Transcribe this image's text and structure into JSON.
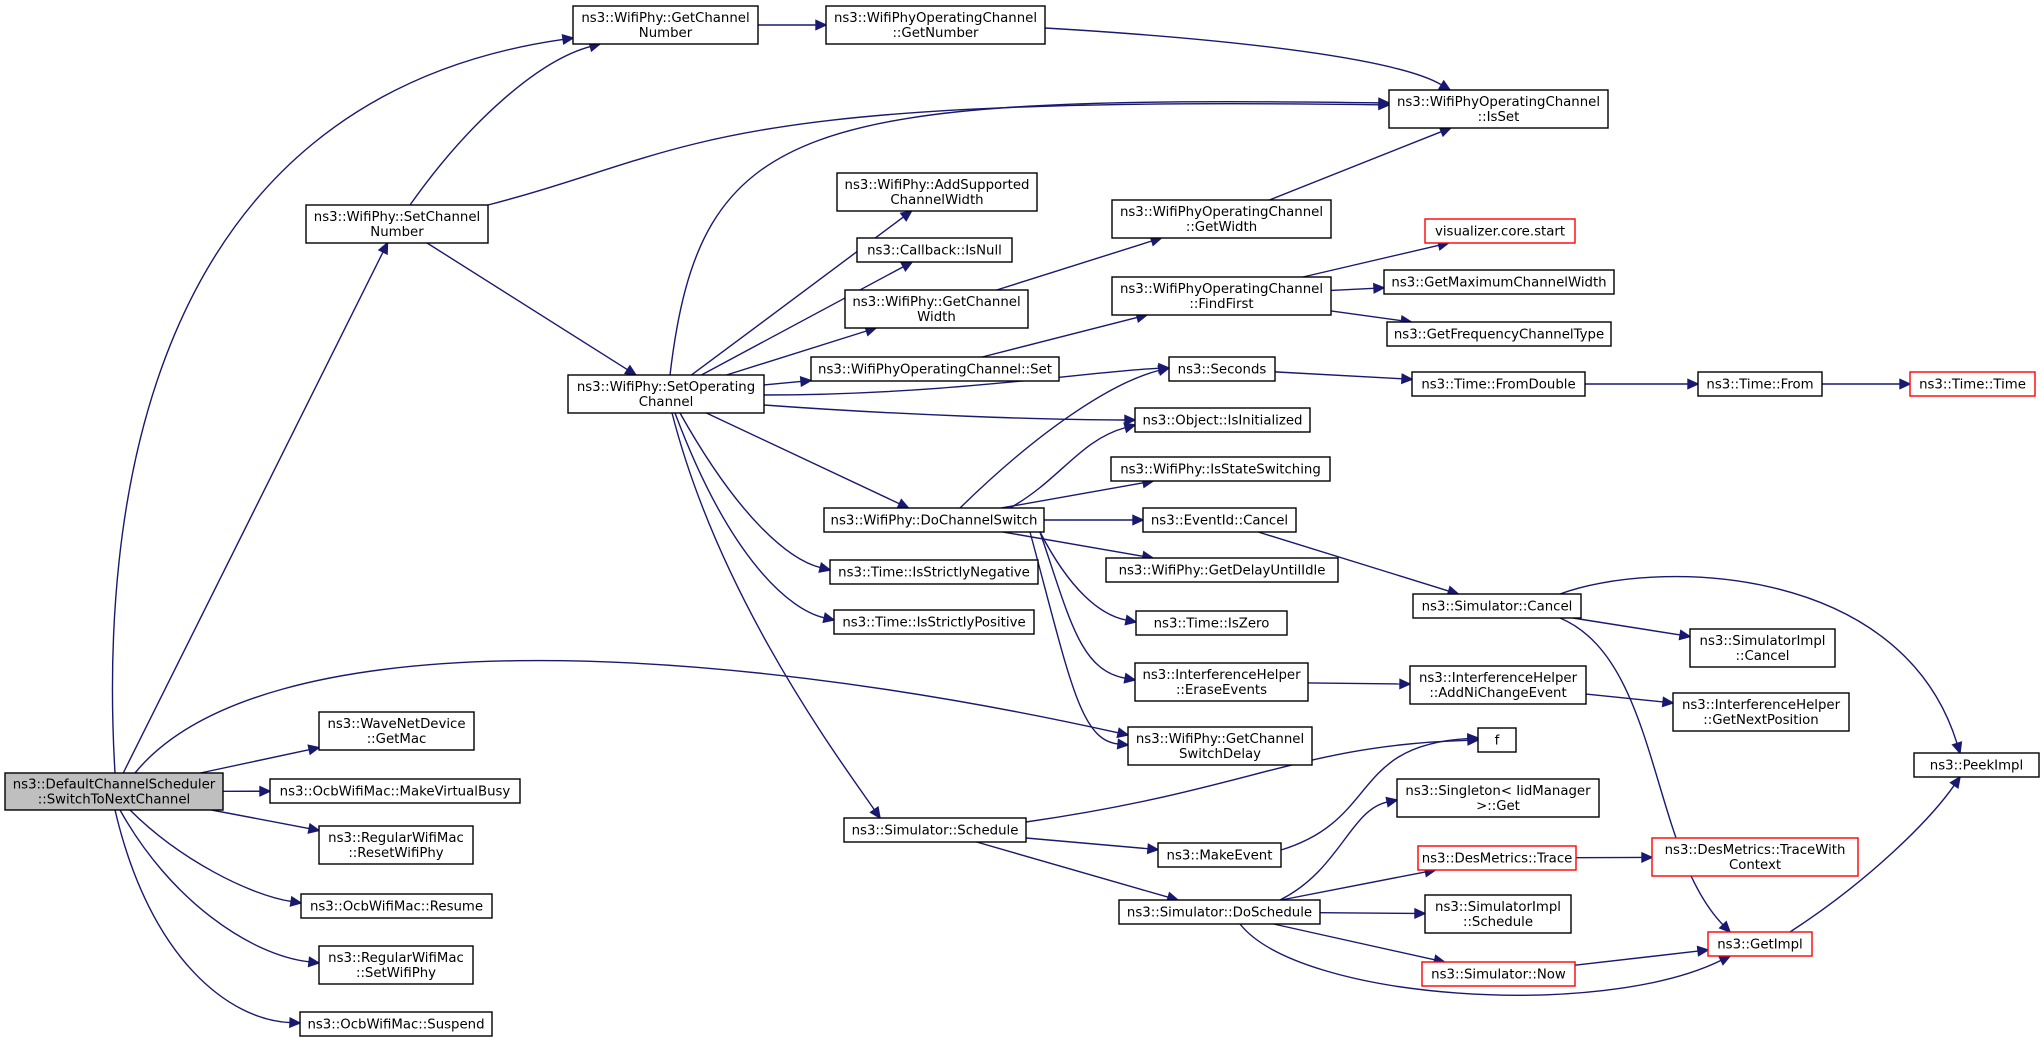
{
  "colors": {
    "edge": "#191970",
    "node_border": "#000000",
    "node_border_missing": "#ff0000",
    "root_fill": "#bfbfbf"
  },
  "nodes": {
    "root": [
      "ns3::DefaultChannelScheduler",
      "::SwitchToNextChannel"
    ],
    "getchnum": [
      "ns3::WifiPhy::GetChannel",
      "Number"
    ],
    "opgetnum": [
      "ns3::WifiPhyOperatingChannel",
      "::GetNumber"
    ],
    "isset": [
      "ns3::WifiPhyOperatingChannel",
      "::IsSet"
    ],
    "setchnum": [
      "ns3::WifiPhy::SetChannel",
      "Number"
    ],
    "addsupp": [
      "ns3::WifiPhy::AddSupported",
      "ChannelWidth"
    ],
    "isnull": [
      "ns3::Callback::IsNull"
    ],
    "getwidth": [
      "ns3::WifiPhyOperatingChannel",
      "::GetWidth"
    ],
    "getchwidth": [
      "ns3::WifiPhy::GetChannel",
      "Width"
    ],
    "vizstart": [
      "visualizer.core.start"
    ],
    "findfirst": [
      "ns3::WifiPhyOperatingChannel",
      "::FindFirst"
    ],
    "getmaxw": [
      "ns3::GetMaximumChannelWidth"
    ],
    "getfreq": [
      "ns3::GetFrequencyChannelType"
    ],
    "setop": [
      "ns3::WifiPhy::SetOperating",
      "Channel"
    ],
    "opset": [
      "ns3::WifiPhyOperatingChannel::Set"
    ],
    "seconds": [
      "ns3::Seconds"
    ],
    "fromdouble": [
      "ns3::Time::FromDouble"
    ],
    "from": [
      "ns3::Time::From"
    ],
    "time": [
      "ns3::Time::Time"
    ],
    "isinit": [
      "ns3::Object::IsInitialized"
    ],
    "isstatesw": [
      "ns3::WifiPhy::IsStateSwitching"
    ],
    "dochsw": [
      "ns3::WifiPhy::DoChannelSwitch"
    ],
    "evcancel": [
      "ns3::EventId::Cancel"
    ],
    "getdelay": [
      "ns3::WifiPhy::GetDelayUntilIdle"
    ],
    "isneg": [
      "ns3::Time::IsStrictlyNegative"
    ],
    "simcancel": [
      "ns3::Simulator::Cancel"
    ],
    "iszero": [
      "ns3::Time::IsZero"
    ],
    "ispos": [
      "ns3::Time::IsStrictlyPositive"
    ],
    "implcancel": [
      "ns3::SimulatorImpl",
      "::Cancel"
    ],
    "erase": [
      "ns3::InterferenceHelper",
      "::EraseEvents"
    ],
    "addni": [
      "ns3::InterferenceHelper",
      "::AddNiChangeEvent"
    ],
    "getnextpos": [
      "ns3::InterferenceHelper",
      "::GetNextPosition"
    ],
    "wavemac": [
      "ns3::WaveNetDevice",
      "::GetMac"
    ],
    "swdelay": [
      "ns3::WifiPhy::GetChannel",
      "SwitchDelay"
    ],
    "f": [
      "f"
    ],
    "peek": [
      "ns3::PeekImpl"
    ],
    "vbusy": [
      "ns3::OcbWifiMac::MakeVirtualBusy"
    ],
    "singleton": [
      "ns3::Singleton< IidManager",
      ">::Get"
    ],
    "reset": [
      "ns3::RegularWifiMac",
      "::ResetWifiPhy"
    ],
    "schedule": [
      "ns3::Simulator::Schedule"
    ],
    "makeevent": [
      "ns3::MakeEvent"
    ],
    "trace": [
      "ns3::DesMetrics::Trace"
    ],
    "tracectx": [
      "ns3::DesMetrics::TraceWith",
      "Context"
    ],
    "resume": [
      "ns3::OcbWifiMac::Resume"
    ],
    "dosched": [
      "ns3::Simulator::DoSchedule"
    ],
    "implsched": [
      "ns3::SimulatorImpl",
      "::Schedule"
    ],
    "getimpl": [
      "ns3::GetImpl"
    ],
    "setphy": [
      "ns3::RegularWifiMac",
      "::SetWifiPhy"
    ],
    "now": [
      "ns3::Simulator::Now"
    ],
    "suspend": [
      "ns3::OcbWifiMac::Suspend"
    ]
  },
  "edges": [
    [
      "root",
      "getchnum"
    ],
    [
      "root",
      "setchnum"
    ],
    [
      "root",
      "wavemac"
    ],
    [
      "root",
      "swdelay"
    ],
    [
      "root",
      "vbusy"
    ],
    [
      "root",
      "reset"
    ],
    [
      "root",
      "resume"
    ],
    [
      "root",
      "setphy"
    ],
    [
      "root",
      "suspend"
    ],
    [
      "getchnum",
      "opgetnum"
    ],
    [
      "opgetnum",
      "isset"
    ],
    [
      "setchnum",
      "getchnum"
    ],
    [
      "setchnum",
      "isset"
    ],
    [
      "setchnum",
      "setop"
    ],
    [
      "setop",
      "isset"
    ],
    [
      "setop",
      "addsupp"
    ],
    [
      "setop",
      "isnull"
    ],
    [
      "setop",
      "getchwidth"
    ],
    [
      "setop",
      "opset"
    ],
    [
      "setop",
      "seconds"
    ],
    [
      "setop",
      "isinit"
    ],
    [
      "setop",
      "dochsw"
    ],
    [
      "setop",
      "isneg"
    ],
    [
      "setop",
      "ispos"
    ],
    [
      "setop",
      "schedule"
    ],
    [
      "getchwidth",
      "getwidth"
    ],
    [
      "getwidth",
      "isset"
    ],
    [
      "opset",
      "findfirst"
    ],
    [
      "findfirst",
      "vizstart"
    ],
    [
      "findfirst",
      "getmaxw"
    ],
    [
      "findfirst",
      "getfreq"
    ],
    [
      "seconds",
      "fromdouble"
    ],
    [
      "fromdouble",
      "from"
    ],
    [
      "from",
      "time"
    ],
    [
      "dochsw",
      "seconds"
    ],
    [
      "dochsw",
      "isinit"
    ],
    [
      "dochsw",
      "isstatesw"
    ],
    [
      "dochsw",
      "evcancel"
    ],
    [
      "dochsw",
      "getdelay"
    ],
    [
      "dochsw",
      "iszero"
    ],
    [
      "dochsw",
      "erase"
    ],
    [
      "dochsw",
      "swdelay"
    ],
    [
      "evcancel",
      "simcancel"
    ],
    [
      "simcancel",
      "peek"
    ],
    [
      "simcancel",
      "implcancel"
    ],
    [
      "simcancel",
      "getimpl"
    ],
    [
      "erase",
      "addni"
    ],
    [
      "addni",
      "getnextpos"
    ],
    [
      "schedule",
      "f"
    ],
    [
      "schedule",
      "makeevent"
    ],
    [
      "schedule",
      "dosched"
    ],
    [
      "makeevent",
      "f"
    ],
    [
      "dosched",
      "singleton"
    ],
    [
      "dosched",
      "trace"
    ],
    [
      "dosched",
      "implsched"
    ],
    [
      "dosched",
      "now"
    ],
    [
      "dosched",
      "getimpl"
    ],
    [
      "trace",
      "tracectx"
    ],
    [
      "now",
      "getimpl"
    ],
    [
      "getimpl",
      "peek"
    ]
  ]
}
